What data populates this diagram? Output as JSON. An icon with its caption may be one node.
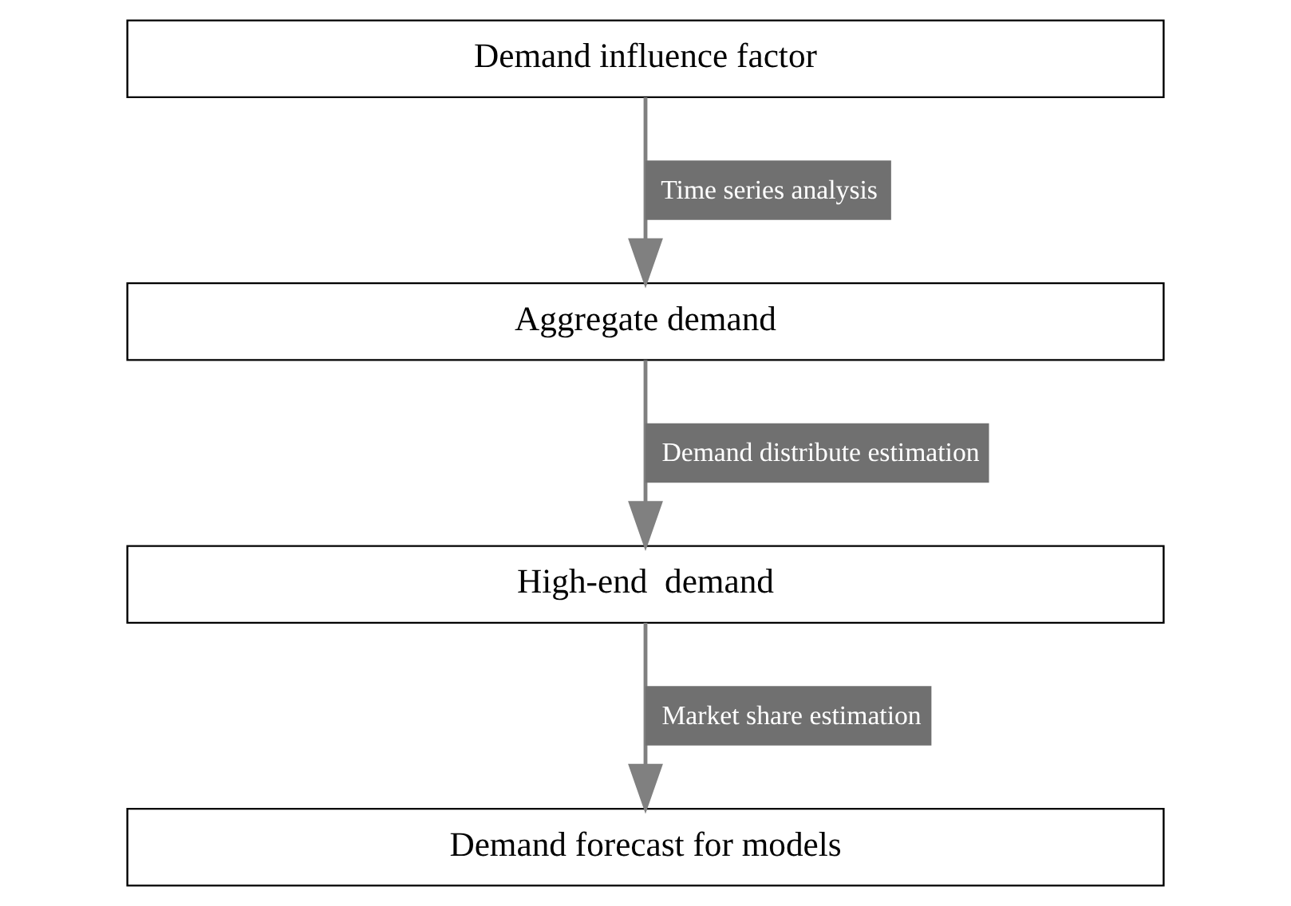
{
  "diagram": {
    "nodes": [
      {
        "text": [
          "Demand influence factor"
        ]
      },
      {
        "text": [
          "Aggregate demand"
        ]
      },
      {
        "text": [
          "High-end  demand"
        ]
      },
      {
        "text": [
          "Demand forecast for models"
        ]
      }
    ],
    "edges": [
      {
        "from": 0,
        "to": 1,
        "arrow": "to",
        "label": "Time series analysis"
      },
      {
        "from": 1,
        "to": 2,
        "arrow": "to",
        "label": "Demand distribute estimation"
      },
      {
        "from": 2,
        "to": 3,
        "arrow": "to",
        "label": "Market share estimation"
      }
    ]
  }
}
